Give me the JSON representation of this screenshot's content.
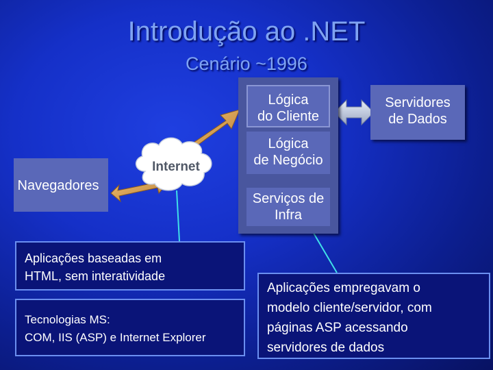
{
  "slide": {
    "title": "Introdução ao .NET",
    "subtitle": "Cenário ~1996"
  },
  "diagram": {
    "browsers_label": "Navegadores",
    "internet_label": "Internet",
    "client_logic": [
      "Lógica",
      "do Cliente"
    ],
    "business_logic": [
      "Lógica",
      "de Negócio"
    ],
    "infra_services": [
      "Serviços de",
      "Infra"
    ],
    "data_servers": [
      "Servidores",
      "de Dados"
    ]
  },
  "notes": {
    "html_apps": [
      "Aplicações baseadas em",
      "HTML, sem interatividade"
    ],
    "ms_tech": [
      "Tecnologias MS:",
      "COM, IIS (ASP) e Internet Explorer"
    ],
    "client_server": [
      "Aplicações empregavam o",
      "modelo cliente/servidor, com",
      "páginas ASP acessando",
      "servidores de dados"
    ]
  },
  "colors": {
    "background": "#1530c8",
    "title": "#7fa3f2",
    "box": "#5a68b8",
    "arrow": "#d8a24a",
    "connector": "#40e0e8"
  }
}
